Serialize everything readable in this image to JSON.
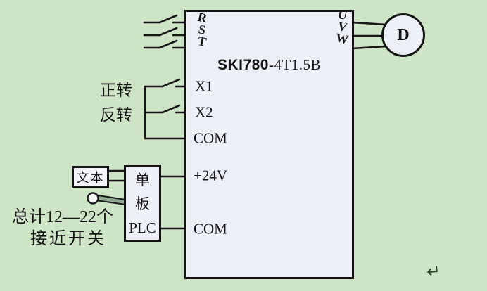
{
  "diagram": {
    "background_color": "#cde4c6",
    "line_color": "#171717",
    "box_fill": "#edeff6",
    "inverter": {
      "model_prefix": "SKI780",
      "model_suffix": "-4T1.5B",
      "input_phases": [
        "R",
        "S",
        "T"
      ],
      "output_phases": [
        "U",
        "V",
        "W"
      ],
      "terminals": {
        "x1": "X1",
        "x2": "X2",
        "com1": "COM",
        "power24": "+24V",
        "com2": "COM"
      }
    },
    "motor": {
      "label": "D"
    },
    "switch_labels": {
      "forward": "正转",
      "reverse": "反转"
    },
    "plc": {
      "line1": "单",
      "line2": "板",
      "line3": "PLC"
    },
    "text_panel": {
      "label": "文本"
    },
    "sensors": {
      "line1": "总计12—22个",
      "line2": "接近开关"
    },
    "misc": {
      "return_mark": "↵",
      "sensor_bar_color": "#8fa78f"
    }
  }
}
